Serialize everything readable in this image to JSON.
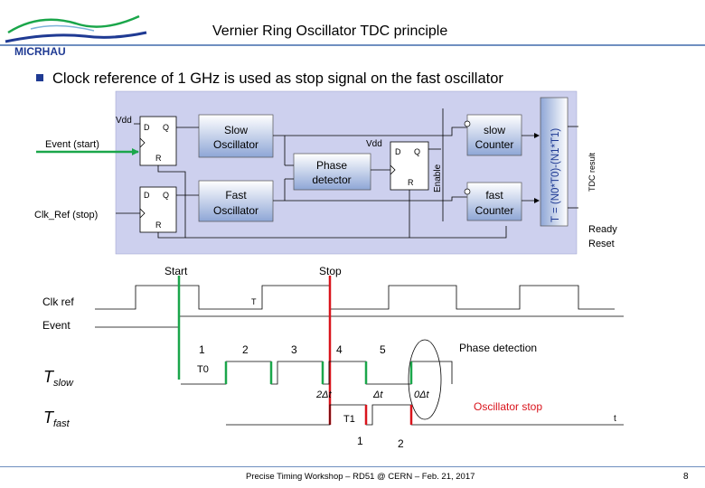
{
  "slide": {
    "title": "Vernier Ring Oscillator TDC principle",
    "bullet": "Clock reference of 1 GHz  is used as stop signal on the fast oscillator",
    "footer": "Precise Timing Workshop – RD51 @ CERN – Feb. 21, 2017",
    "page_number": "8",
    "logo_text": "MICRHAU"
  },
  "schematic": {
    "vdd_left": "Vdd",
    "vdd_right": "Vdd",
    "event_start": "Event (start)",
    "clk_ref_stop": "Clk_Ref (stop)",
    "ff_d": "D",
    "ff_q": "Q",
    "ff_r": "R",
    "slow_osc": [
      "Slow",
      "Oscillator"
    ],
    "fast_osc": [
      "Fast",
      "Oscillator"
    ],
    "phase_detector": [
      "Phase",
      "detector"
    ],
    "slow_counter": [
      "slow",
      "Counter"
    ],
    "fast_counter": [
      "fast",
      "Counter"
    ],
    "enable": "Enable",
    "formula": "T = (N0*T0)-(N1*T1)",
    "tdc_result": "TDC result",
    "ready_reset": [
      "Ready",
      "Reset"
    ]
  },
  "timing": {
    "start": "Start",
    "stop": "Stop",
    "clk_ref": "Clk ref",
    "event": "Event",
    "t_label": "T",
    "slow_numbers": [
      "1",
      "2",
      "3",
      "4",
      "5"
    ],
    "phase_detection": "Phase detection",
    "t0": "T0",
    "t_slow_main": "T",
    "t_slow_sub": "slow",
    "delta_2": "2Δt",
    "delta_1": "Δt",
    "delta_0": "0Δt",
    "oscillator_stop": "Oscillator stop",
    "t_axis": "t",
    "t_fast_main": "T",
    "t_fast_sub": "fast",
    "t1": "T1",
    "fast_numbers": [
      "1",
      "2"
    ]
  },
  "colors": {
    "block_bg": "#cdd0ee",
    "green": "#1aa64a",
    "red": "#d9141c",
    "box_grad_top": "#ffffff",
    "box_grad_bottom": "#8ea6d6",
    "accent_blue": "#1f3a93"
  }
}
